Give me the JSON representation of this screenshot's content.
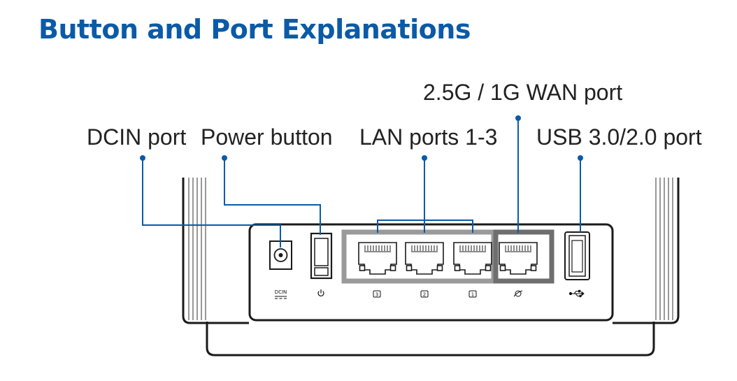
{
  "page": {
    "title": "Button and Port Explanations"
  },
  "callouts": {
    "dcin": "DCIN port",
    "power": "Power button",
    "lan": "LAN ports 1-3",
    "wan": "2.5G / 1G WAN port",
    "usb": "USB 3.0/2.0 port"
  },
  "port_labels": {
    "dcin": "DCIN",
    "lan3": "3",
    "lan2": "2",
    "lan1": "1"
  },
  "colors": {
    "title": "#0b5aa8",
    "leader_line": "#0b5aa8",
    "outline": "#1a1a1a",
    "lan_group_frame": "#9a9a9a",
    "wan_frame": "#6e6e6e"
  },
  "icons": {
    "power": "power-icon",
    "wan": "globe-icon",
    "usb": "usb-icon"
  }
}
